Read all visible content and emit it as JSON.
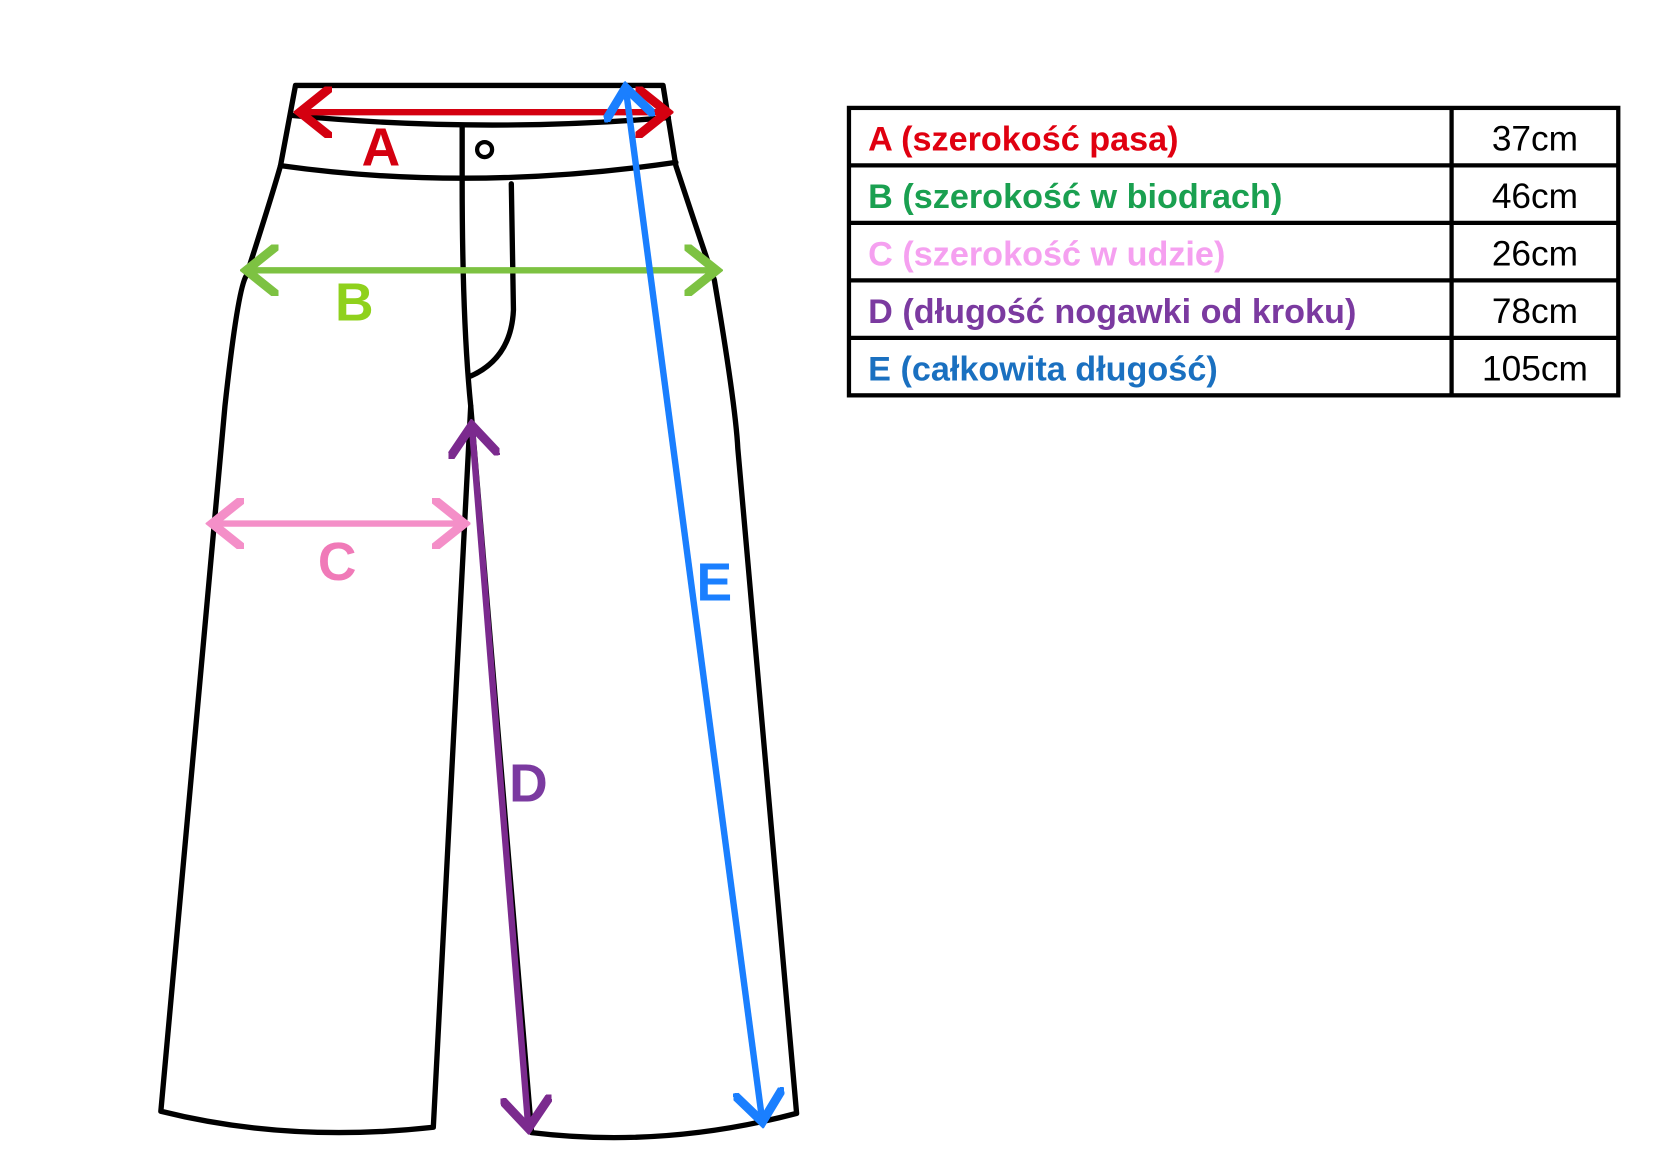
{
  "diagram": {
    "labels": {
      "A": "A",
      "B": "B",
      "C": "C",
      "D": "D",
      "E": "E"
    },
    "colors": {
      "A": "#d40010",
      "B": "#7dc242",
      "C": "#f48fc8",
      "D": "#7b2a8e",
      "E": "#1a7fff"
    }
  },
  "table": {
    "rows": [
      {
        "key": "A (szerokość pasa)",
        "value": "37cm",
        "color": "#e00010"
      },
      {
        "key": "B (szerokość w biodrach)",
        "value": "46cm",
        "color": "#1aa050"
      },
      {
        "key": "C (szerokość w udzie)",
        "value": "26cm",
        "color": "#f5a0f0"
      },
      {
        "key": "D (długość nogawki od kroku)",
        "value": "78cm",
        "color": "#7b3aa0"
      },
      {
        "key": "E (całkowita długość)",
        "value": "105cm",
        "color": "#1a70c0"
      }
    ]
  }
}
